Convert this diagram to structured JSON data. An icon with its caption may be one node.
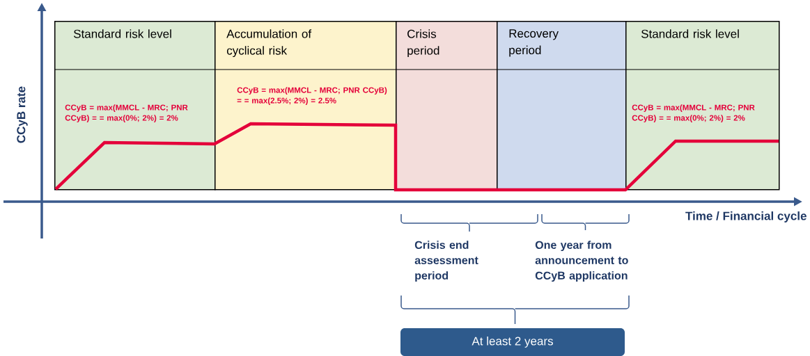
{
  "diagram": {
    "nodes": [
      {
        "text": [
          "Standard risk level",
          "CCyB = max(MMCL - MRC; PNR CCyB) = = max(0%; 2%) = 2%"
        ]
      },
      {
        "text": [
          "Accumulation of cyclical risk",
          "CCyB = max(MMCL - MRC; PNR CCyB) = = max(2.5%; 2%) = 2.5%"
        ]
      },
      {
        "text": [
          "Crisis period"
        ]
      },
      {
        "text": [
          "Recovery period"
        ]
      },
      {
        "text": [
          "Standard risk level",
          "CCyB = max(MMCL - MRC; PNR CCyB) = = max(0%; 2%) = 2%"
        ]
      },
      {
        "text": [
          "At least 2 years"
        ]
      }
    ],
    "labels": [
      "CCyB rate",
      "Time / Financial cycle",
      "Crisis end assessment period",
      "One year from announcement to CCyB application"
    ]
  }
}
